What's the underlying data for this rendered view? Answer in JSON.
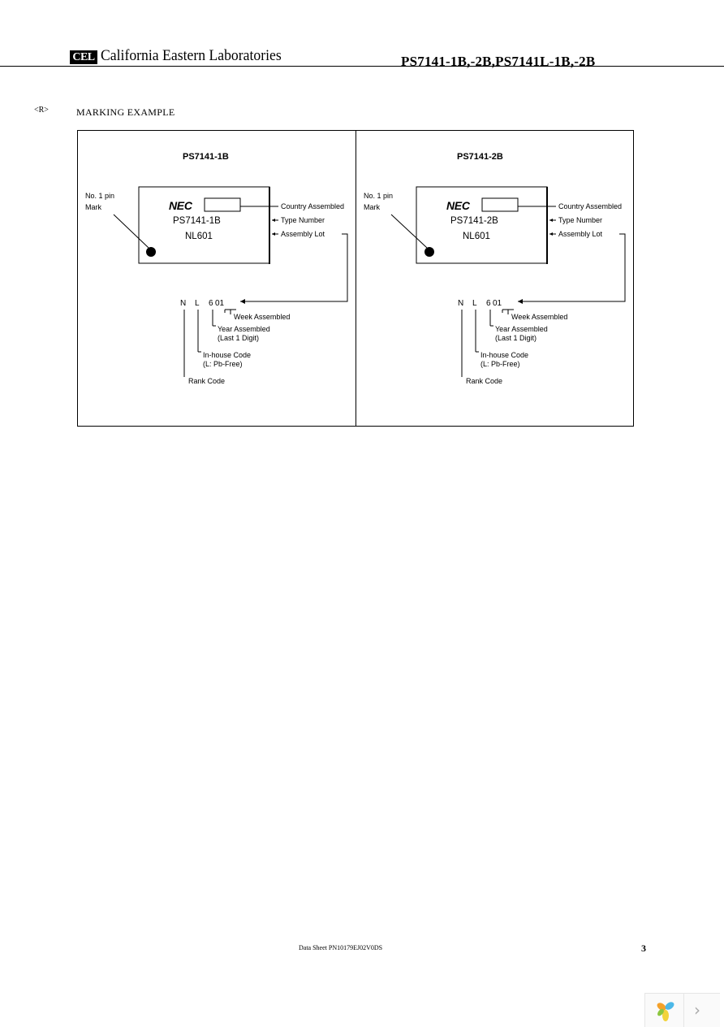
{
  "header": {
    "logo": "CEL",
    "company": "California Eastern Laboratories",
    "part_number": "PS7141-1B,-2B,PS7141L-1B,-2B"
  },
  "revision_mark": "<R>",
  "section_title": "MARKING EXAMPLE",
  "panels": [
    {
      "title": "PS7141-1B",
      "pin_label_line1": "No. 1 pin",
      "pin_label_line2": "Mark",
      "chip": {
        "brand": "NEC",
        "type_number": "PS7141-1B",
        "lot": "NL601"
      },
      "callouts": {
        "country": "Country Assembled",
        "type": "Type Number",
        "lot": "Assembly Lot"
      },
      "code_chars": {
        "c1": "N",
        "c2": "L",
        "c3": "6",
        "c4": "01"
      },
      "legend": {
        "week": "Week Assembled",
        "year_line1": "Year Assembled",
        "year_line2": "(Last 1 Digit)",
        "inhouse_line1": "In-house Code",
        "inhouse_line2": "(L: Pb-Free)",
        "rank": "Rank Code"
      }
    },
    {
      "title": "PS7141-2B",
      "pin_label_line1": "No. 1 pin",
      "pin_label_line2": "Mark",
      "chip": {
        "brand": "NEC",
        "type_number": "PS7141-2B",
        "lot": "NL601"
      },
      "callouts": {
        "country": "Country Assembled",
        "type": "Type Number",
        "lot": "Assembly Lot"
      },
      "code_chars": {
        "c1": "N",
        "c2": "L",
        "c3": "6",
        "c4": "01"
      },
      "legend": {
        "week": "Week Assembled",
        "year_line1": "Year Assembled",
        "year_line2": "(Last 1 Digit)",
        "inhouse_line1": "In-house Code",
        "inhouse_line2": "(L: Pb-Free)",
        "rank": "Rank Code"
      }
    }
  ],
  "footer": {
    "doc_id": "Data Sheet PN10179EJ02V0DS",
    "page": "3"
  },
  "viewer_widget": {
    "logo_icon": "pinwheel-logo-icon",
    "next_icon": "chevron-right-icon"
  }
}
